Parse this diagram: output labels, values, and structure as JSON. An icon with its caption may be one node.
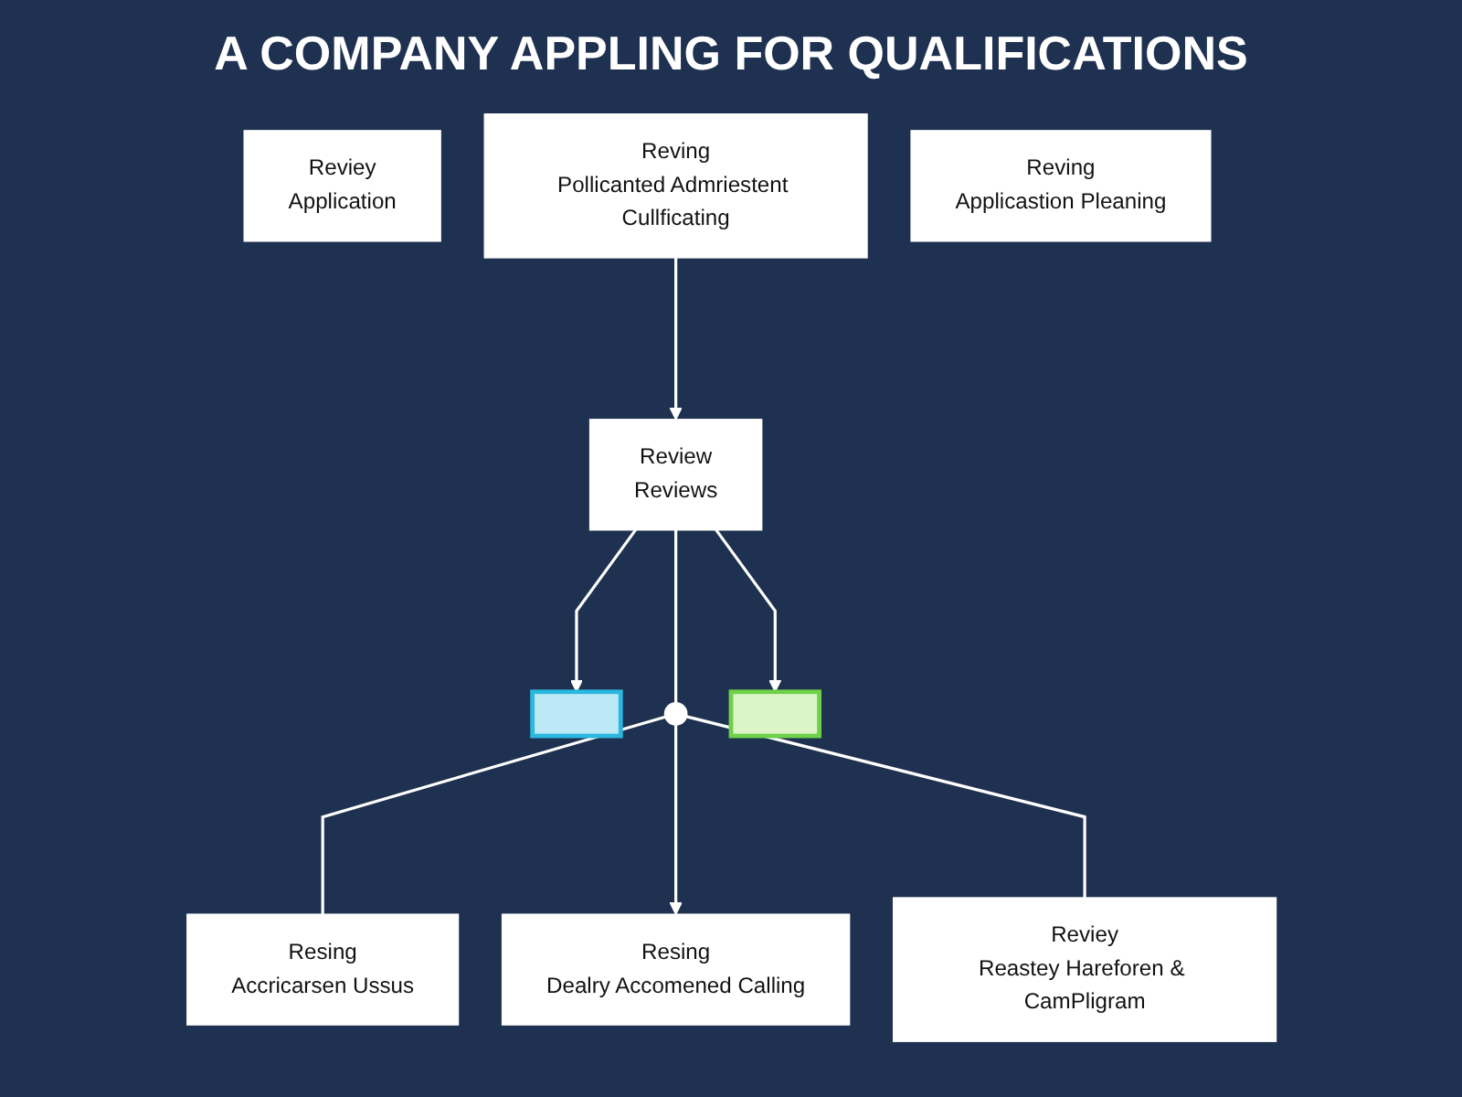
{
  "diagram": {
    "title": "A COMPANY APPLING FOR QUALIFICATIONS",
    "nodes": [
      {
        "text": [
          "Reviey",
          "Application"
        ]
      },
      {
        "text": [
          "Reving",
          "Pollicanted Admriestent Cullficating"
        ]
      },
      {
        "text": [
          "Reving",
          "Applicastion Pleaning"
        ]
      },
      {
        "text": [],
        "shape": "box"
      },
      {
        "text": [
          "Review",
          "Reviews"
        ]
      },
      {
        "text": [],
        "shape": "box"
      },
      {
        "text": [],
        "shape": "circle"
      },
      {
        "text": [
          "Resing",
          "Accricarsen Ussus"
        ]
      },
      {
        "text": [
          "Resing",
          "Dealry Accomened Calling"
        ]
      },
      {
        "text": [
          "Reviey",
          "Reastey Hareforen & CamPligram"
        ]
      }
    ],
    "edges": [
      {
        "from": 1,
        "to": 4,
        "arrow": "to"
      },
      {
        "from": 4,
        "to": 3,
        "arrow": "to"
      },
      {
        "from": 4,
        "to": 5,
        "arrow": "to"
      },
      {
        "from": 4,
        "to": 6,
        "arrow": "none"
      },
      {
        "from": 6,
        "to": 7,
        "arrow": "none"
      },
      {
        "from": 6,
        "to": 8,
        "arrow": "to"
      },
      {
        "from": 6,
        "to": 9,
        "arrow": "none"
      }
    ]
  }
}
